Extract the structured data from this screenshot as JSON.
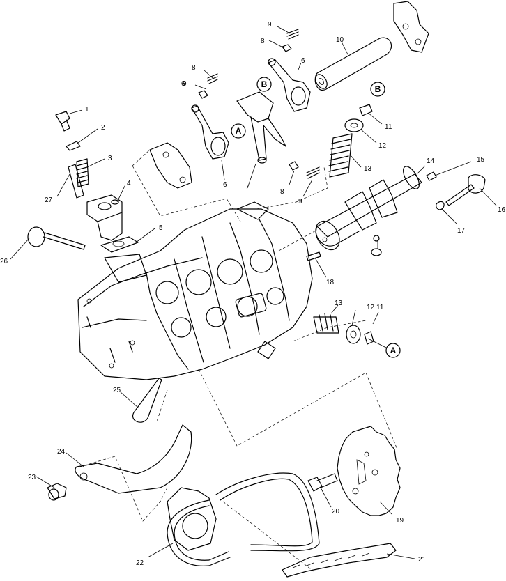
{
  "diagram": {
    "callouts": [
      "1",
      "2",
      "3",
      "4",
      "5",
      "6",
      "7",
      "8",
      "9",
      "10",
      "11",
      "12",
      "13",
      "14",
      "15",
      "16",
      "17",
      "18",
      "19",
      "20",
      "21",
      "22",
      "23",
      "24",
      "25",
      "26",
      "27"
    ],
    "reference_letters": [
      "A",
      "B"
    ]
  },
  "labels": {
    "c1": "1",
    "c2": "2",
    "c3": "3",
    "c4": "4",
    "c5": "5",
    "c6a": "6",
    "c6b": "6",
    "c6c": "6",
    "c7": "7",
    "c8a": "8",
    "c8b": "8",
    "c8c": "8",
    "c9a": "9",
    "c9b": "9",
    "c9c": "9",
    "c10": "10",
    "c11a": "11",
    "c11b": "11",
    "c12a": "12",
    "c12b": "12",
    "c13a": "13",
    "c13b": "13",
    "c14": "14",
    "c15": "15",
    "c16": "16",
    "c17": "17",
    "c18": "18",
    "c19": "19",
    "c20": "20",
    "c21": "21",
    "c22": "22",
    "c23": "23",
    "c24": "24",
    "c25": "25",
    "c26": "26",
    "c27": "27",
    "refA1": "A",
    "refA2": "A",
    "refB1": "B",
    "refB2": "B"
  }
}
